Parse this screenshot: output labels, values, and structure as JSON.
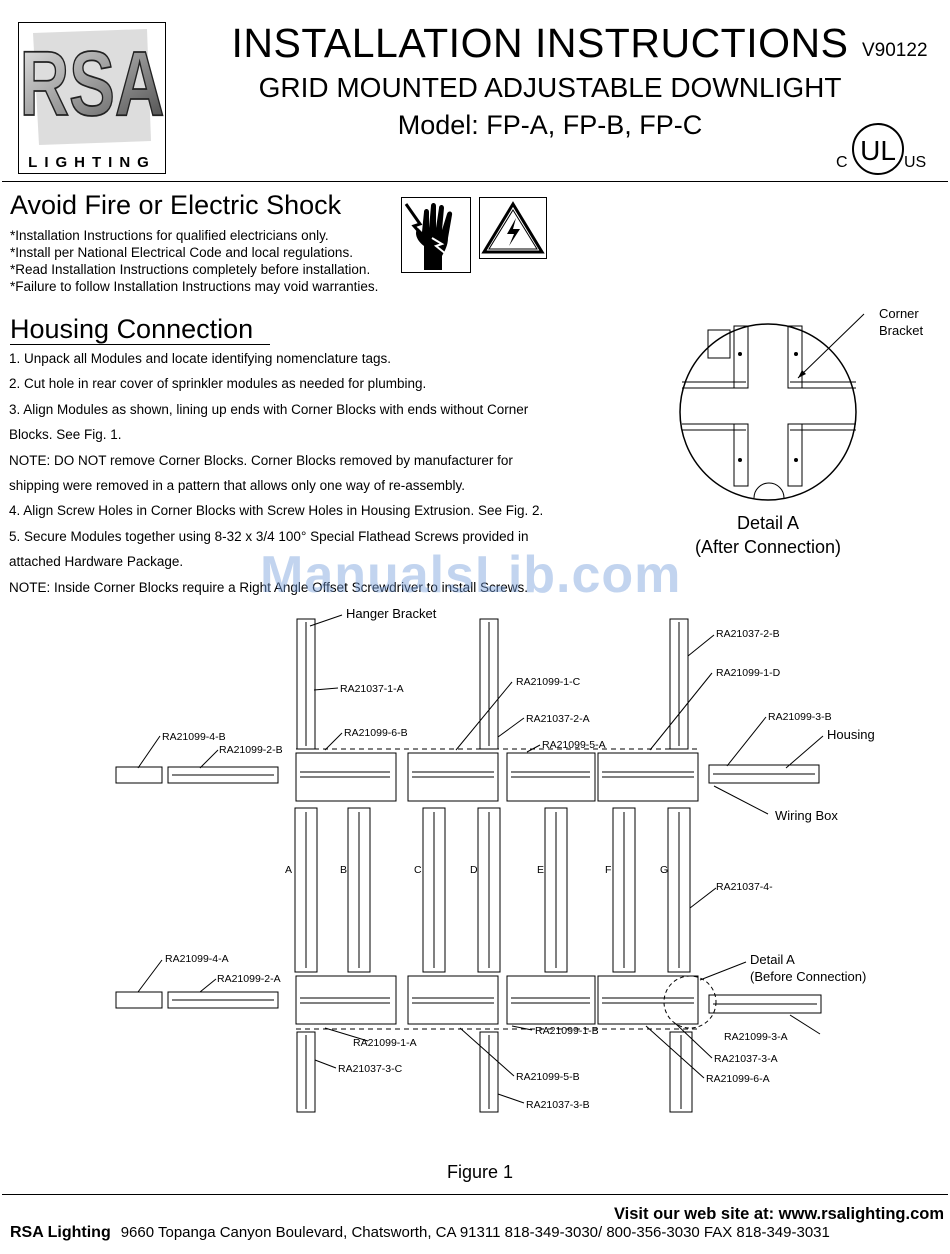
{
  "header": {
    "logo_text": "RSA",
    "logo_sub": "LIGHTING",
    "title": "INSTALLATION INSTRUCTIONS",
    "code": "V90122",
    "subtitle": "GRID MOUNTED ADJUSTABLE DOWNLIGHT",
    "models": "Model: FP-A, FP-B, FP-C",
    "ul_left": "C",
    "ul_center": "UL",
    "ul_right": "US"
  },
  "warning": {
    "heading": "Avoid Fire or Electric Shock",
    "lines": [
      "*Installation Instructions for qualified electricians only.",
      "*Install per National Electrical Code and local regulations.",
      "*Read Installation Instructions completely before installation.",
      "*Failure to follow Installation Instructions may void warranties."
    ]
  },
  "housing": {
    "heading": "Housing Connection",
    "lines": [
      "1. Unpack all Modules and locate identifying nomenclature tags.",
      "2. Cut hole in rear cover of sprinkler modules as needed for plumbing.",
      "3. Align Modules as shown, lining up ends with Corner Blocks with ends without Corner",
      "Blocks. See Fig. 1.",
      "NOTE: DO NOT remove Corner Blocks. Corner Blocks removed by manufacturer for",
      "shipping were removed in a pattern that allows only one way of re-assembly.",
      "4. Align Screw Holes in Corner Blocks with Screw Holes in Housing Extrusion. See Fig. 2.",
      "5. Secure Modules together using 8-32 x 3/4 100° Special Flathead Screws provided in",
      "attached Hardware Package.",
      "NOTE: Inside Corner Blocks require a Right Angle Offset Screwdriver to install Screws."
    ]
  },
  "detail": {
    "corner_label_1": "Corner",
    "corner_label_2": "Bracket",
    "title": "Detail A",
    "subtitle": "(After Connection)"
  },
  "watermark": "ManualsLib.com",
  "figure": {
    "caption": "Figure 1",
    "labels": {
      "hanger": "Hanger Bracket",
      "ra21037_1_a": "RA21037-1-A",
      "ra21099_1_c": "RA21099-1-C",
      "ra21037_2_b": "RA21037-2-B",
      "ra21099_1_d": "RA21099-1-D",
      "ra21037_2_a": "RA21037-2-A",
      "ra21099_6_b": "RA21099-6-B",
      "ra21099_4_b": "RA21099-4-B",
      "ra21099_2_b": "RA21099-2-B",
      "ra21099_5_a": "RA21099-5-A",
      "ra21099_3_b": "RA21099-3-B",
      "housing": "Housing",
      "wiring_box": "Wiring Box",
      "ra21037_4": "RA21037-4-",
      "ra21099_4_a": "RA21099-4-A",
      "ra21099_2_a": "RA21099-2-A",
      "detail_a": "Detail A",
      "before_connection": "(Before Connection)",
      "ra21099_1_b": "RA21099-1-B",
      "ra21099_3_a": "RA21099-3-A",
      "ra21099_1_a": "RA21099-1-A",
      "ra21037_3_c": "RA21037-3-C",
      "ra21037_3_a": "RA21037-3-A",
      "ra21099_6_a": "RA21099-6-A",
      "ra21099_5_b": "RA21099-5-B",
      "ra21037_3_b": "RA21037-3-B",
      "col_a": "A",
      "col_b": "B",
      "col_c": "C",
      "col_d": "D",
      "col_e": "E",
      "col_f": "F",
      "col_g": "G"
    }
  },
  "footer": {
    "web": "Visit our web site at: www.rsalighting.com",
    "company": "RSA Lighting",
    "address": "9660 Topanga Canyon Boulevard, Chatsworth, CA  91311   818-349-3030/ 800-356-3030   FAX 818-349-3031"
  }
}
